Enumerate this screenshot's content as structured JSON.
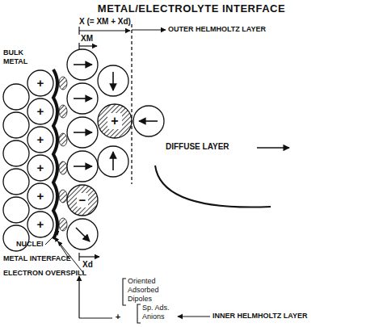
{
  "diagram": {
    "title": "METAL/ELECTROLYTE INTERFACE",
    "labels": [
      "X (= XM + Xd)",
      "XM",
      "OUTER HELMHOLTZ LAYER",
      "BULK METAL",
      "+",
      "+",
      "+",
      "+",
      "+",
      "+",
      "+",
      "−",
      "DIFFUSE LAYER",
      "NUCLEI",
      "METAL INTERFACE",
      "ELECTRON OVERSPILL",
      "Xd",
      "Oriented Adsorbed Dipoles",
      "+",
      "Sp. Ads. Anions",
      "INNER HELMHOLTZ LAYER"
    ]
  }
}
